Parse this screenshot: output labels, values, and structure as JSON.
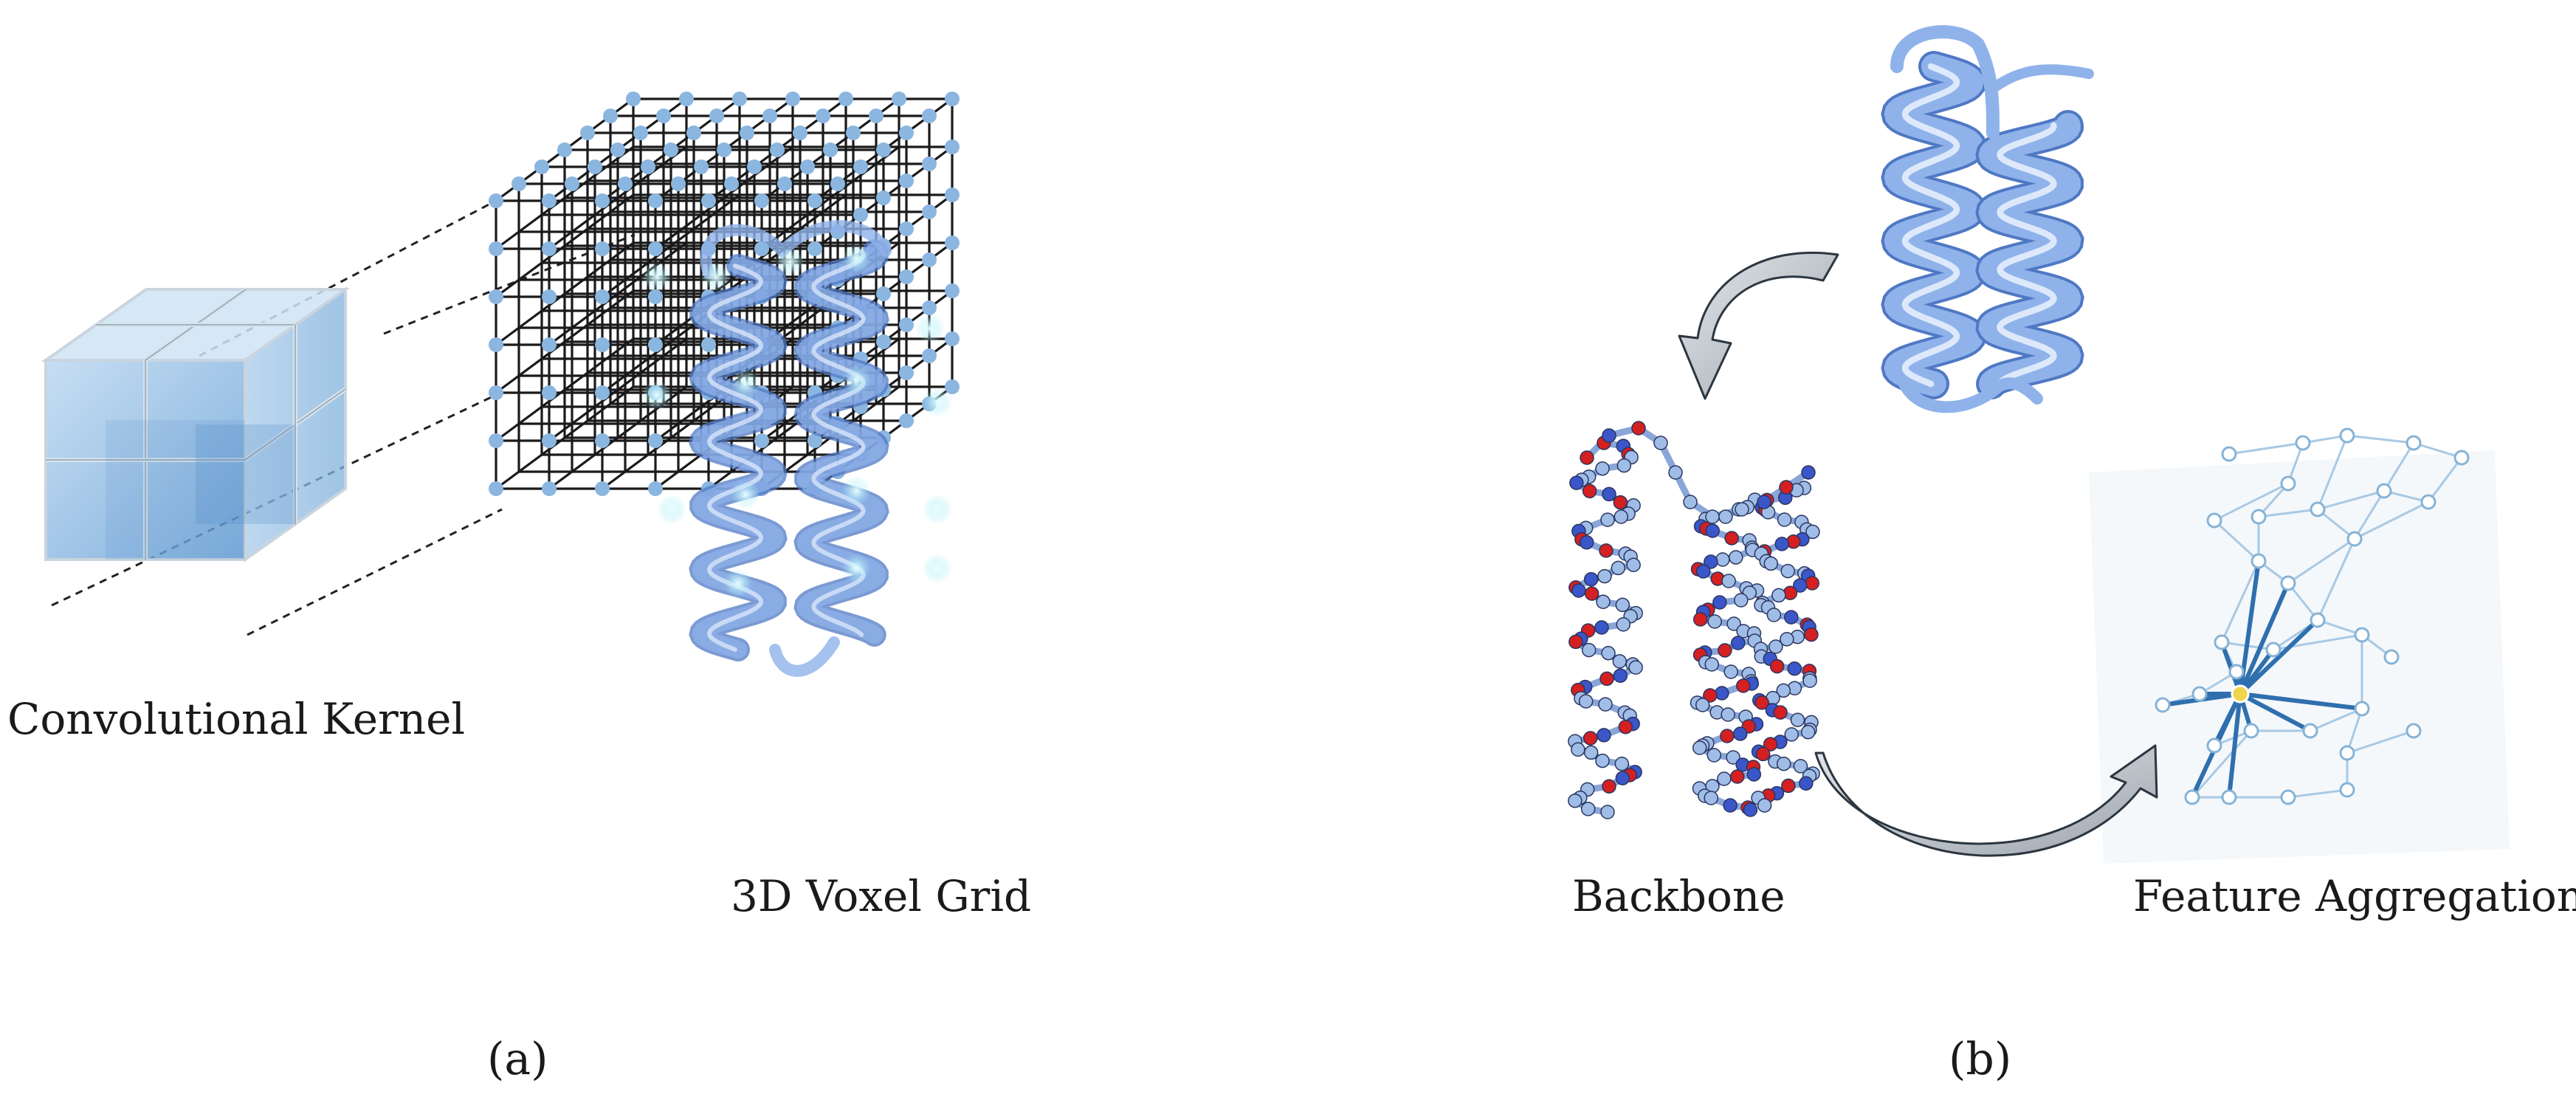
{
  "figure": {
    "labels": {
      "kernel": "Convolutional Kernel",
      "voxel_grid": "3D Voxel Grid",
      "backbone": "Backbone",
      "feature_aggregation": "Feature Aggregation",
      "panel_a": "(a)",
      "panel_b": "(b)"
    },
    "colors": {
      "grid_line": "#1a1a1a",
      "node": "#8ab6e0",
      "kernel_fill": "#7fb2df",
      "helix": "#8fb2ea",
      "helix_dark": "#4f78c4",
      "atom_red": "#d42020",
      "atom_blue": "#3a56c8",
      "atom_light": "#9fbde6",
      "graph_line": "#a9c9e4",
      "hub_line": "#2f6fae",
      "hub_node": "#f0d44a",
      "arrow_fill": "#c8cdd2",
      "arrow_stroke": "#2b3640"
    },
    "icons": {
      "kernel": "cube-kernel-icon",
      "grid": "voxel-grid-icon",
      "protein": "protein-helix-icon",
      "backbone": "ball-stick-backbone-icon",
      "graph": "graph-network-icon",
      "arrows": "curved-arrow-icon"
    }
  }
}
